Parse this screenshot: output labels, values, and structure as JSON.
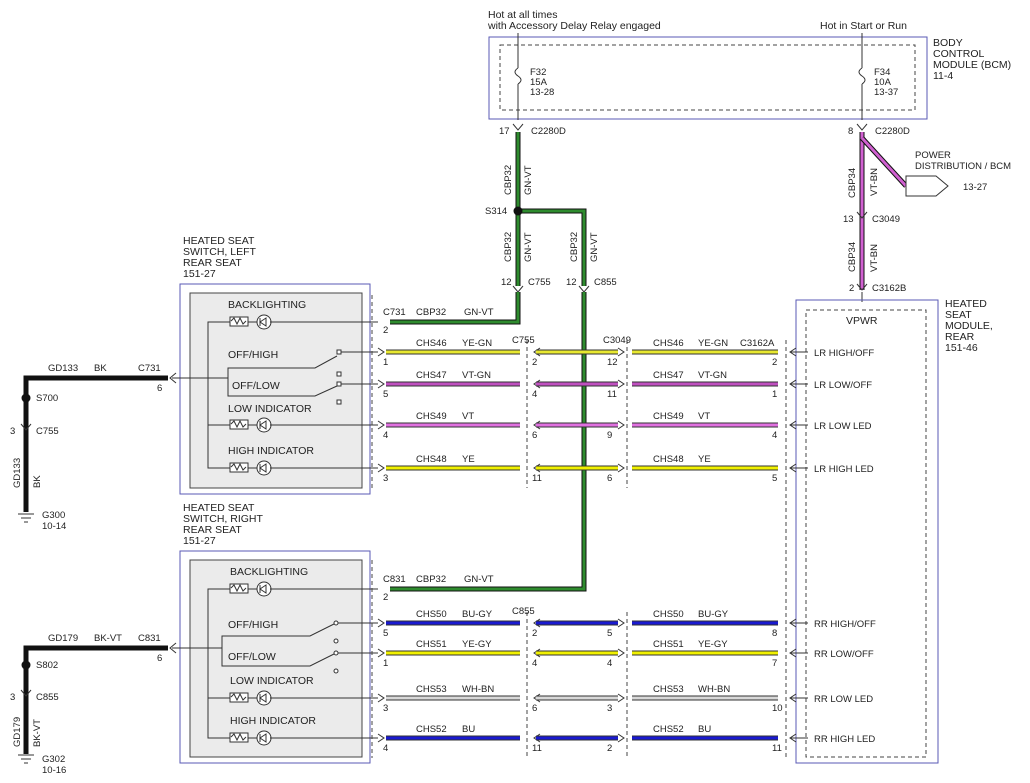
{
  "colors": {
    "GN-VT": "#2e8b2e",
    "YE-GN": "#e8e830",
    "VT-GN": "#c050c0",
    "VT": "#e070e0",
    "YE": "#f0f000",
    "BU-GY": "#1a1ad0",
    "YE-GY": "#f0f000",
    "WH-BN": "#d8d8d8",
    "BU": "#1a1ad0",
    "VT-BN": "#d060d0",
    "BK": "#111111"
  },
  "top": {
    "hot_always_1": "Hot at all times",
    "hot_always_2": "with Accessory Delay Relay engaged",
    "hot_run": "Hot in Start or Run"
  },
  "bcm": {
    "l1": "BODY",
    "l2": "CONTROL",
    "l3": "MODULE (BCM)",
    "l4": "11-4",
    "f32": [
      "F32",
      "15A",
      "13-28"
    ],
    "f34": [
      "F34",
      "10A",
      "13-37"
    ]
  },
  "pwr_dist": {
    "l1": "POWER",
    "l2": "DISTRIBUTION / BCM",
    "ref": "13-27"
  },
  "heated_module": {
    "l1": "HEATED",
    "l2": "SEAT",
    "l3": "MODULE,",
    "l4": "REAR",
    "l5": "151-46",
    "vpwr": "VPWR"
  },
  "left_switch": {
    "l1": "HEATED SEAT",
    "l2": "SWITCH, LEFT",
    "l3": "REAR SEAT",
    "ref": "151-27",
    "backlighting": "BACKLIGHTING",
    "off_high": "OFF/HIGH",
    "off_low": "OFF/LOW",
    "low_ind": "LOW INDICATOR",
    "high_ind": "HIGH INDICATOR"
  },
  "right_switch": {
    "l1": "HEATED SEAT",
    "l2": "SWITCH, RIGHT",
    "l3": "REAR SEAT",
    "ref": "151-27",
    "backlighting": "BACKLIGHTING",
    "off_high": "OFF/HIGH",
    "off_low": "OFF/LOW",
    "low_ind": "LOW INDICATOR",
    "high_ind": "HIGH INDICATOR"
  },
  "ground_left": {
    "circuit": "GD133",
    "color": "BK",
    "connector": "C731",
    "pin": "6",
    "splice": "S700",
    "pin2": "3",
    "conn2": "C755",
    "vcirc": "GD133",
    "vcolor": "BK",
    "ground": "G300",
    "gref": "10-14"
  },
  "ground_right": {
    "circuit": "GD179",
    "color": "BK-VT",
    "connector": "C831",
    "pin": "6",
    "splice": "S802",
    "pin2": "3",
    "conn2": "C855",
    "vcirc": "GD179",
    "vcolor": "BK-VT",
    "ground": "G302",
    "gref": "10-16"
  },
  "feed": {
    "pin17": "17",
    "c2280d_a": "C2280D",
    "pin8": "8",
    "c2280d_b": "C2280D",
    "cbp32": "CBP32",
    "gnvt": "GN-VT",
    "s314": "S314",
    "pin12a": "12",
    "c755": "C755",
    "pin12b": "12",
    "c855": "C855",
    "cbp34": "CBP34",
    "vtbn": "VT-BN",
    "pin13": "13",
    "c3049": "C3049",
    "pin2": "2",
    "c3162b": "C3162B",
    "c731": "C731",
    "pin_c731": "2",
    "c831": "C831",
    "pin_c831": "2"
  },
  "left_rows": [
    {
      "circ": "CHS46",
      "color": "YE-GN",
      "p1": "1",
      "p2": "2",
      "p3": "12",
      "p4": "2",
      "label": "LR HIGH/OFF"
    },
    {
      "circ": "CHS47",
      "color": "VT-GN",
      "p1": "5",
      "p2": "4",
      "p3": "11",
      "p4": "1",
      "label": "LR LOW/OFF"
    },
    {
      "circ": "CHS49",
      "color": "VT",
      "p1": "4",
      "p2": "6",
      "p3": "9",
      "p4": "4",
      "label": "LR LOW LED"
    },
    {
      "circ": "CHS48",
      "color": "YE",
      "p1": "3",
      "p2": "11",
      "p3": "6",
      "p4": "5",
      "label": "LR HIGH LED"
    }
  ],
  "right_rows": [
    {
      "circ": "CHS50",
      "color": "BU-GY",
      "p1": "5",
      "p2": "2",
      "p3": "5",
      "p4": "8",
      "label": "RR HIGH/OFF"
    },
    {
      "circ": "CHS51",
      "color": "YE-GY",
      "p1": "1",
      "p2": "4",
      "p3": "4",
      "p4": "7",
      "label": "RR LOW/OFF"
    },
    {
      "circ": "CHS53",
      "color": "WH-BN",
      "p1": "3",
      "p2": "6",
      "p3": "3",
      "p4": "10",
      "label": "RR LOW LED"
    },
    {
      "circ": "CHS52",
      "color": "BU",
      "p1": "4",
      "p2": "11",
      "p3": "2",
      "p4": "11",
      "label": "RR HIGH LED"
    }
  ],
  "mid_conn": {
    "c755": "C755",
    "c3049": "C3049",
    "c3162a": "C3162A",
    "c855": "C855"
  }
}
